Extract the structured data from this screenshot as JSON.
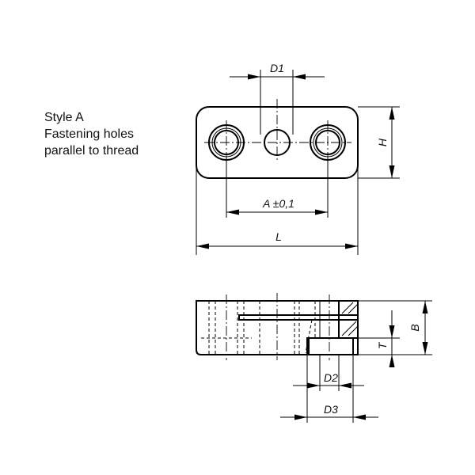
{
  "caption": {
    "lines": [
      "Style A",
      "Fastening holes",
      "parallel to thread"
    ]
  },
  "dimensions": {
    "d1": "D1",
    "h": "H",
    "a": "A ±0,1",
    "l": "L",
    "b": "B",
    "t": "T",
    "d2": "D2",
    "d3": "D3"
  }
}
